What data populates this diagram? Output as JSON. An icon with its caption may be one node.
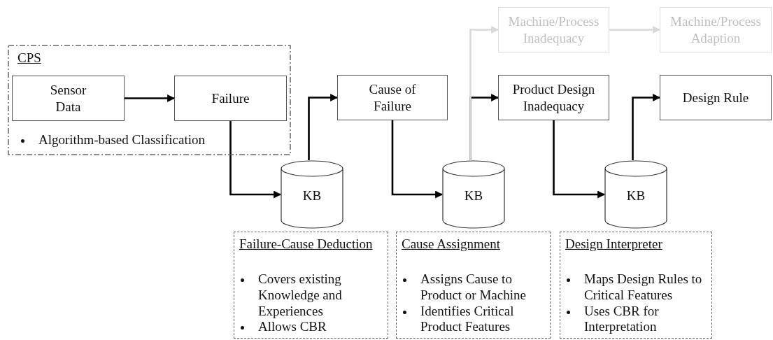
{
  "diagram": {
    "nodes": [
      {
        "text": [
          "CPS",
          "Algorithm-based Classification"
        ]
      },
      {
        "text": [
          "Sensor Data"
        ],
        "in": 0
      },
      {
        "text": [
          "Failure"
        ],
        "in": 0
      },
      {
        "text": [
          "KB"
        ]
      },
      {
        "text": [
          "Cause of Failure"
        ]
      },
      {
        "text": [
          "KB"
        ]
      },
      {
        "text": [
          "Product Design Inadequacy"
        ]
      },
      {
        "text": [
          "KB"
        ]
      },
      {
        "text": [
          "Design Rule"
        ]
      },
      {
        "text": [
          "Machine/Process Inadequacy"
        ]
      },
      {
        "text": [
          "Machine/Process Adaption"
        ]
      },
      {
        "text": [
          "Failure-Cause Deduction",
          "Covers existing Knowledge and Experiences",
          "Allows CBR"
        ]
      },
      {
        "text": [
          "Cause Assignment",
          "Assigns Cause to Product or Machine",
          "Identifies Critical Product Features"
        ]
      },
      {
        "text": [
          "Design Interpreter",
          "Maps Design Rules to Critical Features",
          "Uses CBR for Interpretation"
        ]
      }
    ],
    "edges": [
      {
        "from": 1,
        "to": 2,
        "arrow": "to"
      },
      {
        "from": 2,
        "to": 3,
        "arrow": "to"
      },
      {
        "from": 3,
        "to": 4,
        "arrow": "to"
      },
      {
        "from": 4,
        "to": 5,
        "arrow": "to"
      },
      {
        "from": 5,
        "to": 6,
        "arrow": "to"
      },
      {
        "from": 5,
        "to": 9,
        "arrow": "to",
        "color": "#d9d9d9"
      },
      {
        "from": 9,
        "to": 10,
        "arrow": "to",
        "color": "#d9d9d9"
      },
      {
        "from": 6,
        "to": 7,
        "arrow": "to"
      },
      {
        "from": 7,
        "to": 8,
        "arrow": "to"
      }
    ]
  }
}
